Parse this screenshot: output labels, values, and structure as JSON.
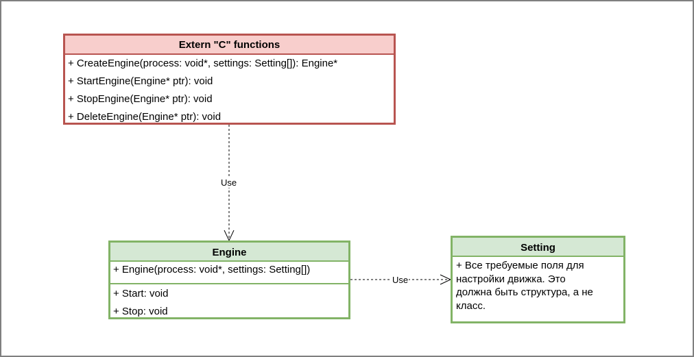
{
  "diagram": {
    "extern_class": {
      "title": "Extern \"C\" functions",
      "members": [
        "+ CreateEngine(process: void*, settings: Setting[]): Engine*",
        "+ StartEngine(Engine* ptr): void",
        "+ StopEngine(Engine* ptr): void",
        "+ DeleteEngine(Engine* ptr): void"
      ]
    },
    "engine_class": {
      "title": "Engine",
      "attributes": [
        "+ Engine(process: void*, settings: Setting[])"
      ],
      "methods": [
        "+ Start: void",
        "+ Stop: void"
      ]
    },
    "setting_class": {
      "title": "Setting",
      "note_lines": [
        "+ Все требуемые поля для",
        "настройки движка. Это",
        "должна быть структура, а не",
        "класс."
      ]
    },
    "edges": [
      {
        "label": "Use"
      },
      {
        "label": "Use"
      }
    ]
  },
  "colors": {
    "extern_border": "#b85450",
    "extern_fill": "#f8cecc",
    "green_border": "#82b366",
    "green_fill": "#d5e8d4",
    "frame_border": "#7f7f7f"
  }
}
